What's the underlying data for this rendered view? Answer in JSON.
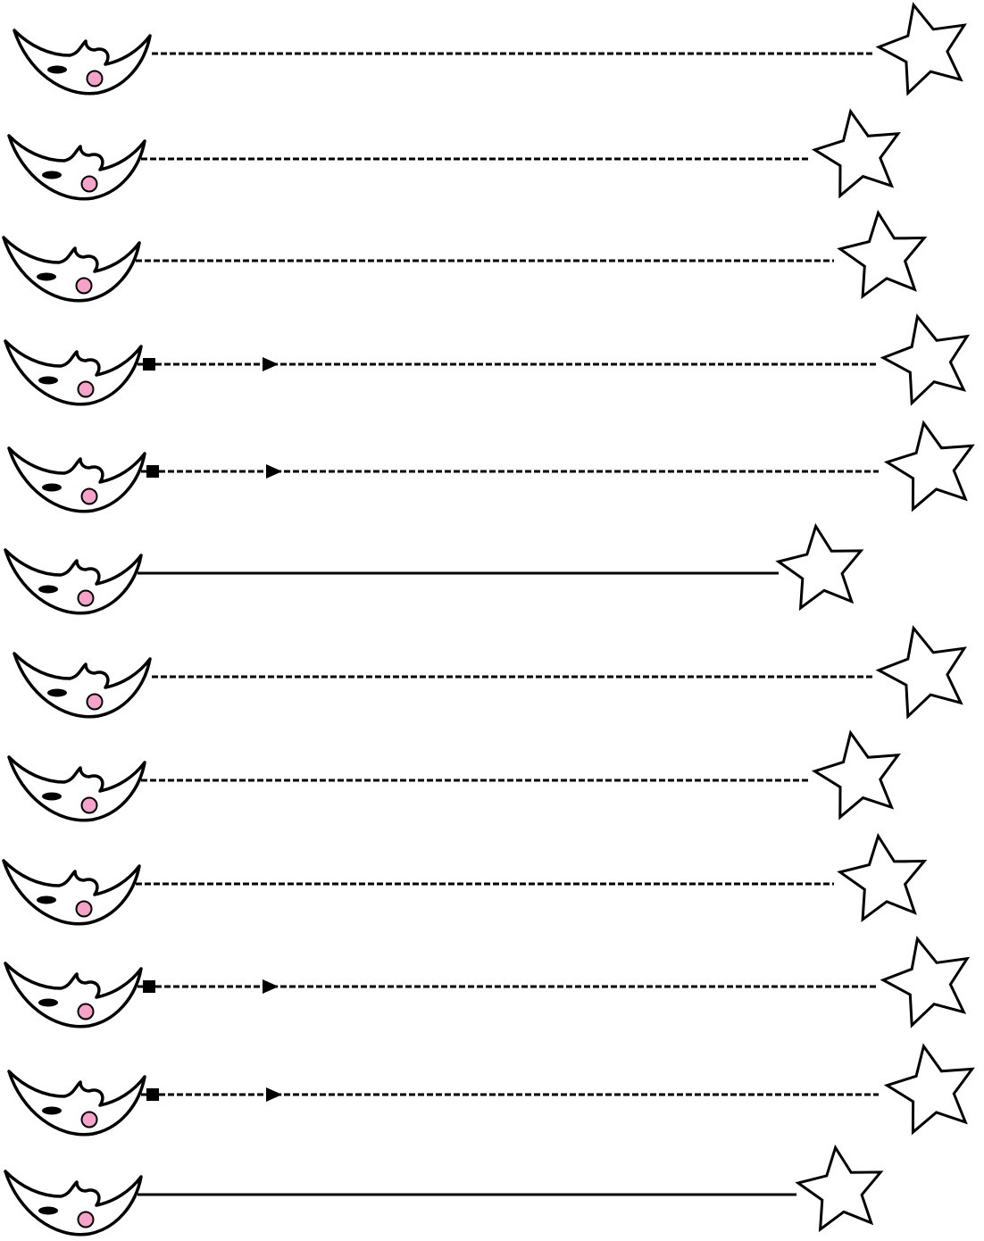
{
  "worksheet": {
    "type": "line-tracing-practice",
    "rows": [
      {
        "line_style": "dashed",
        "start_marker": false,
        "direction_arrow": false
      },
      {
        "line_style": "dashed",
        "start_marker": false,
        "direction_arrow": false
      },
      {
        "line_style": "dashed",
        "start_marker": false,
        "direction_arrow": false
      },
      {
        "line_style": "dashed",
        "start_marker": true,
        "direction_arrow": true
      },
      {
        "line_style": "dashed",
        "start_marker": true,
        "direction_arrow": true
      },
      {
        "line_style": "solid",
        "start_marker": false,
        "direction_arrow": false
      },
      {
        "line_style": "dashed",
        "start_marker": false,
        "direction_arrow": false
      },
      {
        "line_style": "dashed",
        "start_marker": false,
        "direction_arrow": false
      },
      {
        "line_style": "dashed",
        "start_marker": false,
        "direction_arrow": false
      },
      {
        "line_style": "dashed",
        "start_marker": true,
        "direction_arrow": true
      },
      {
        "line_style": "dashed",
        "start_marker": true,
        "direction_arrow": true
      },
      {
        "line_style": "solid",
        "start_marker": false,
        "direction_arrow": false
      }
    ],
    "icons": {
      "start": "crescent-moon-face-icon",
      "end": "star-icon"
    },
    "colors": {
      "outline": "#000000",
      "cheek": "#f7a3c9",
      "background": "#ffffff"
    }
  }
}
